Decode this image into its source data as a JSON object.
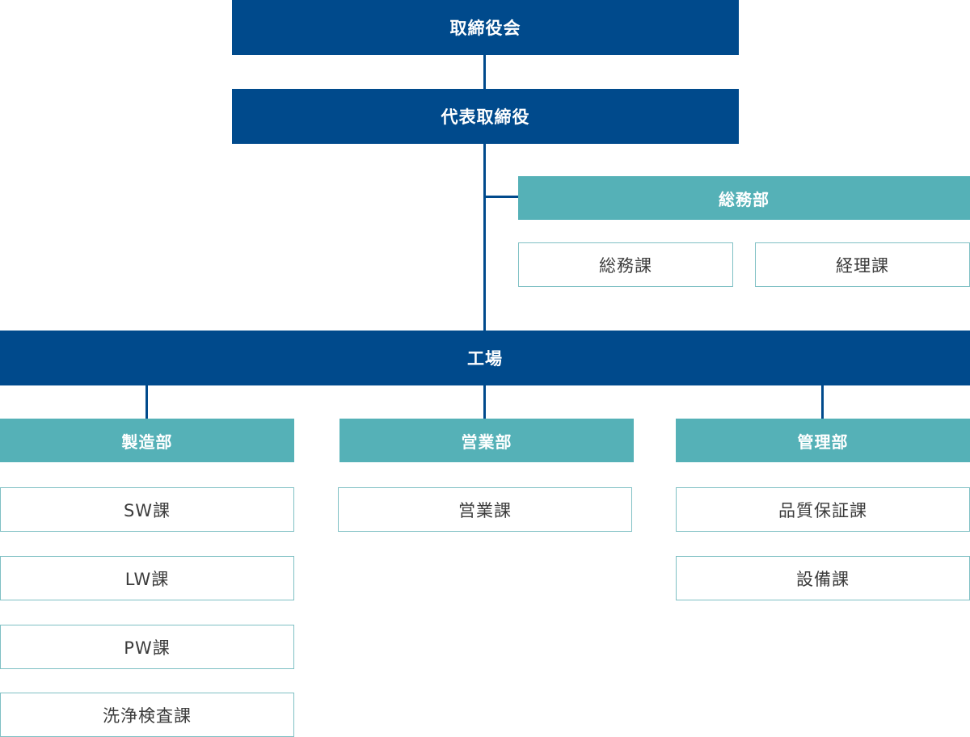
{
  "colors": {
    "executive": "#004a8c",
    "department": "#55b1b7",
    "section_border": "#7fc0c4",
    "section_text": "#3c3c3c",
    "connector": "#004a8c"
  },
  "org": {
    "board": "取締役会",
    "president": "代表取締役",
    "general_affairs": {
      "name": "総務部",
      "sections": [
        "総務課",
        "経理課"
      ]
    },
    "factory": "工場",
    "manufacturing": {
      "name": "製造部",
      "sections": [
        "SW課",
        "LW課",
        "PW課",
        "洗浄検査課"
      ]
    },
    "sales": {
      "name": "営業部",
      "sections": [
        "営業課"
      ]
    },
    "management": {
      "name": "管理部",
      "sections": [
        "品質保証課",
        "設備課"
      ]
    }
  }
}
